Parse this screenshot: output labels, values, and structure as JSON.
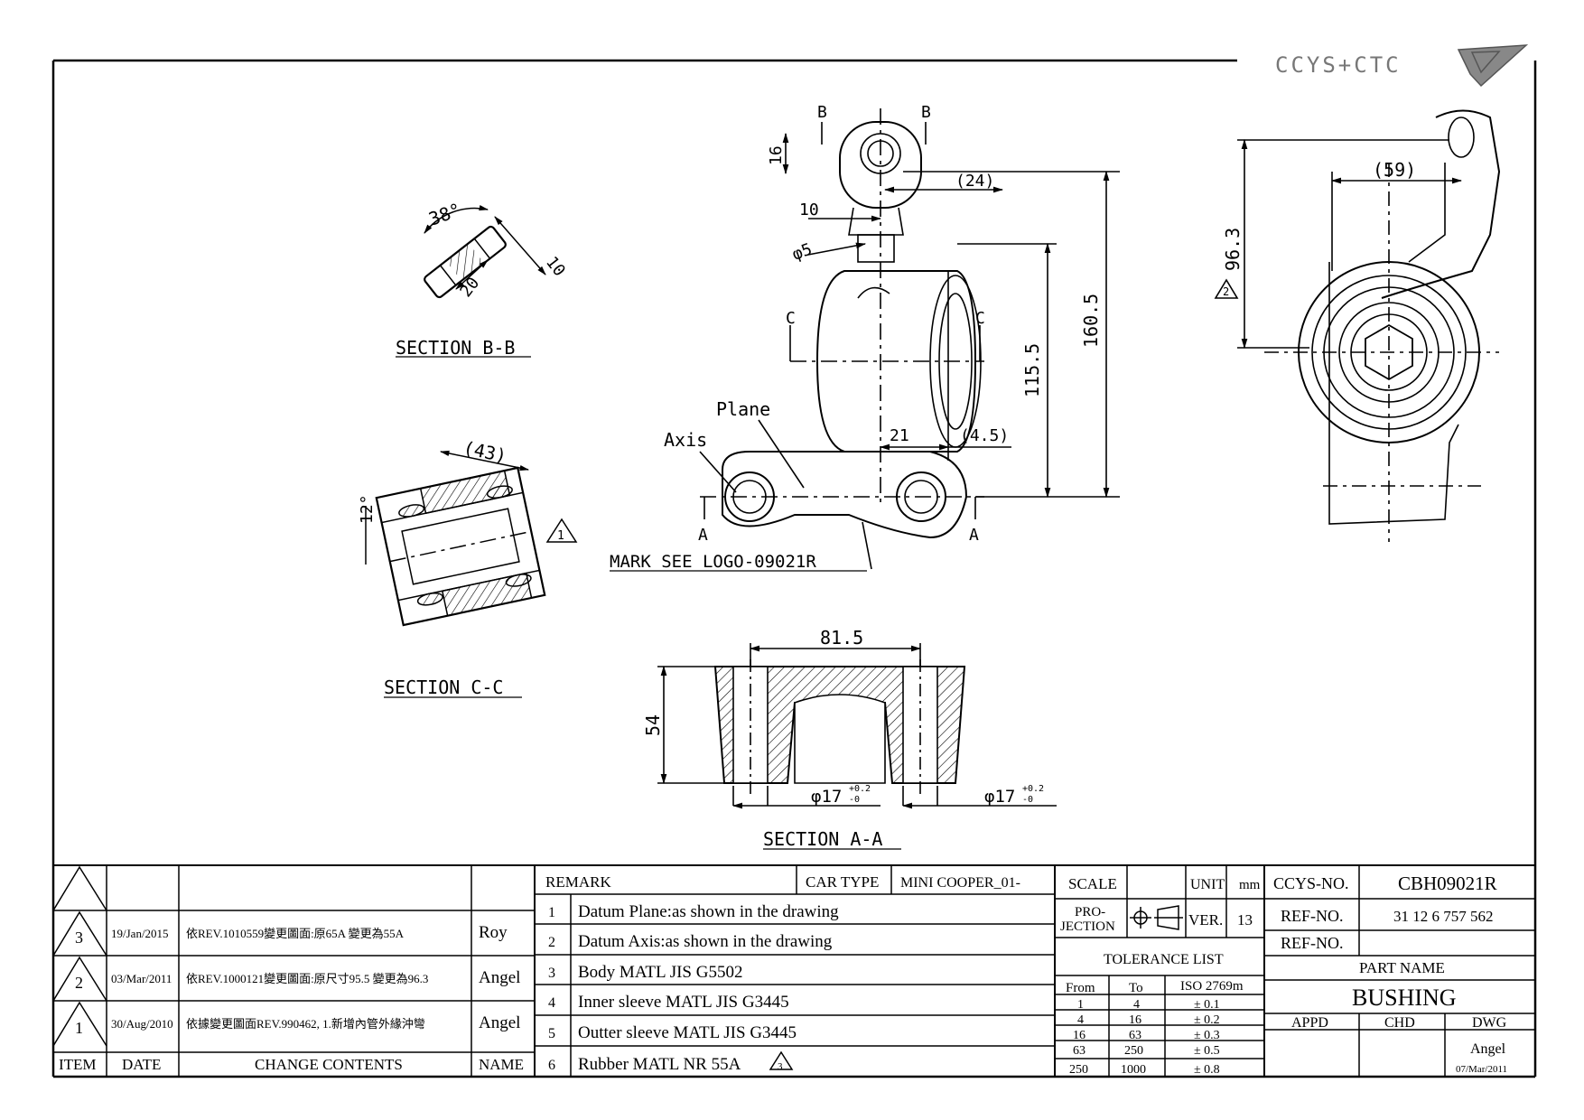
{
  "logo": {
    "text": "CCYS+CTC"
  },
  "views": {
    "section_bb": {
      "title": "SECTION B-B",
      "angle": "38°",
      "dim_20": "20",
      "dim_10": "10"
    },
    "section_cc": {
      "title": "SECTION C-C",
      "dim_43": "(43)",
      "angle": "12°",
      "rev_mark": "1"
    },
    "front": {
      "b_left": "B",
      "b_right": "B",
      "c_left": "C",
      "c_right": "C",
      "a_left": "A",
      "a_right": "A",
      "dim_16": "16",
      "dim_24": "(24)",
      "dim_10": "10",
      "dim_phi5": "φ5",
      "dim_160_5": "160.5",
      "dim_115_5": "115.5",
      "dim_21": "21",
      "dim_4_5": "(4.5)",
      "plane": "Plane",
      "axis": "Axis",
      "mark": "MARK SEE LOGO-09021R"
    },
    "section_aa": {
      "title": "SECTION A-A",
      "dim_81_5": "81.5",
      "dim_54": "54",
      "dia_left": "φ17",
      "dia_right": "φ17",
      "tol_upper": "+0.2",
      "tol_lower": "-0"
    },
    "side": {
      "dim_59": "(59)",
      "dim_96_3": "96.3",
      "rev_mark": "2"
    }
  },
  "revision_table": {
    "headers": {
      "item": "ITEM",
      "date": "DATE",
      "contents": "CHANGE CONTENTS",
      "name": "NAME"
    },
    "rows": [
      {
        "item": "3",
        "date": "19/Jan/2015",
        "contents": "依REV.1010559變更圖面:原65A 變更為55A",
        "name": "Roy"
      },
      {
        "item": "2",
        "date": "03/Mar/2011",
        "contents": "依REV.1000121變更圖面:原尺寸95.5 變更為96.3",
        "name": "Angel"
      },
      {
        "item": "1",
        "date": "30/Aug/2010",
        "contents": "依據變更圖面REV.990462, 1.新增內管外緣沖彎",
        "name": "Angel"
      }
    ]
  },
  "remark_table": {
    "remark_label": "REMARK",
    "car_type_label": "CAR TYPE",
    "car_type_value": "MINI COOPER_01-",
    "rows": [
      {
        "no": "1",
        "text": "Datum Plane:as shown in the drawing"
      },
      {
        "no": "2",
        "text": "Datum Axis:as shown in the drawing"
      },
      {
        "no": "3",
        "text": "Body MATL JIS G5502"
      },
      {
        "no": "4",
        "text": "Inner sleeve MATL JIS G3445"
      },
      {
        "no": "5",
        "text": "Outter sleeve MATL JIS G3445"
      },
      {
        "no": "6",
        "text": "Rubber MATL NR 55A",
        "rev_mark": "3"
      }
    ]
  },
  "scale_block": {
    "scale_label": "SCALE",
    "unit_label": "UNIT",
    "unit_value": "mm",
    "projection_label_1": "PRO-",
    "projection_label_2": "JECTION",
    "ver_label": "VER.",
    "ver_value": "13",
    "tolerance_title": "TOLERANCE LIST",
    "tol_headers": {
      "from": "From",
      "to": "To",
      "iso": "ISO 2769m"
    },
    "tolerances": [
      {
        "from": "1",
        "to": "4",
        "tol": "± 0.1"
      },
      {
        "from": "4",
        "to": "16",
        "tol": "± 0.2"
      },
      {
        "from": "16",
        "to": "63",
        "tol": "± 0.3"
      },
      {
        "from": "63",
        "to": "250",
        "tol": "± 0.5"
      },
      {
        "from": "250",
        "to": "1000",
        "tol": "± 0.8"
      }
    ]
  },
  "title_block": {
    "ccys_label": "CCYS-NO.",
    "ccys_value": "CBH09021R",
    "ref1_label": "REF-NO.",
    "ref1_value": "31 12 6 757 562",
    "ref2_label": "REF-NO.",
    "ref2_value": "",
    "part_name_label": "PART NAME",
    "part_name": "BUSHING",
    "appd": "APPD",
    "chd": "CHD",
    "dwg": "DWG",
    "dwg_name": "Angel",
    "dwg_date": "07/Mar/2011"
  }
}
